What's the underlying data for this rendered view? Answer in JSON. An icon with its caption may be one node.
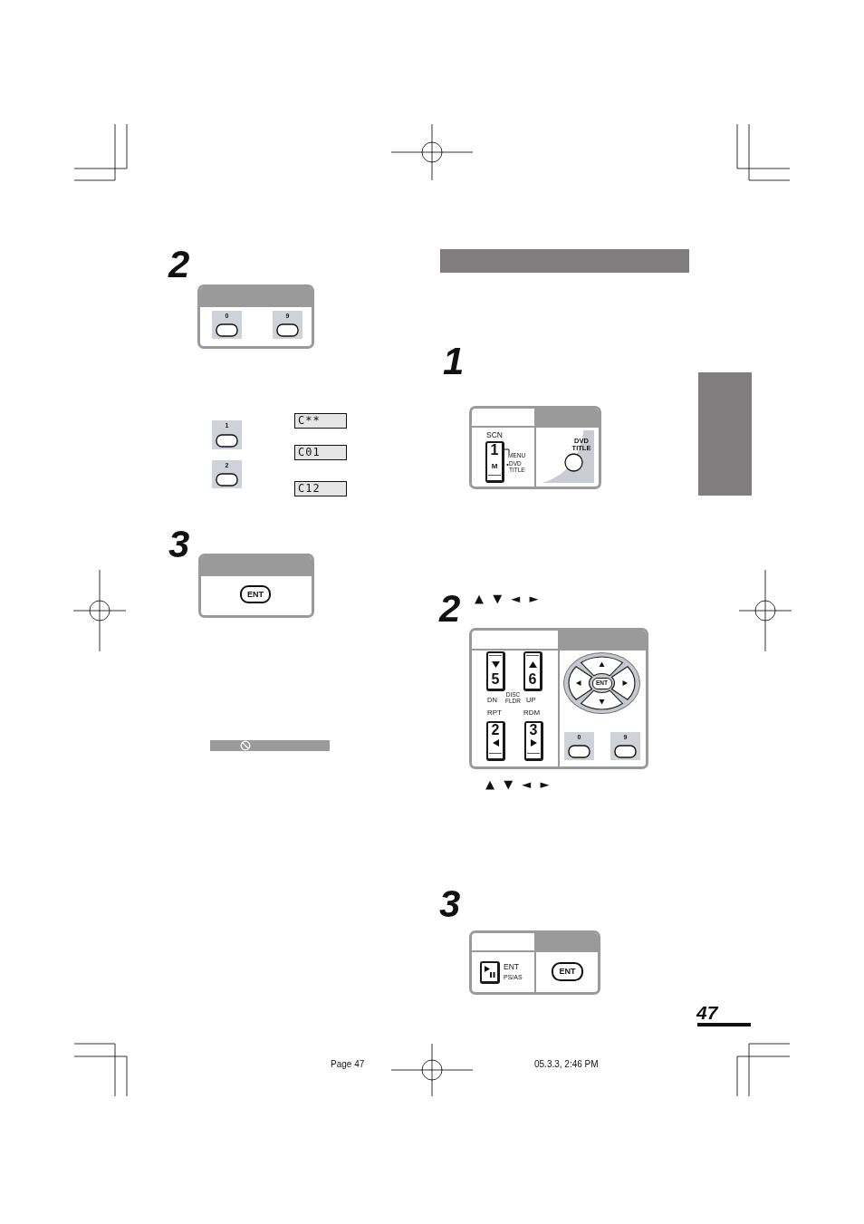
{
  "diagram": {
    "nodes": [
      {
        "text": [],
        "shape": "box"
      },
      {
        "text": [
          "0"
        ],
        "in": 0
      },
      {
        "text": [
          "9"
        ],
        "in": 0
      },
      {
        "text": [
          "1"
        ]
      },
      {
        "text": [
          "2"
        ]
      },
      {
        "text": [
          "C**"
        ]
      },
      {
        "text": [
          "C01"
        ]
      },
      {
        "text": [
          "C12"
        ]
      },
      {
        "text": [],
        "shape": "box"
      },
      {
        "text": [
          "ENT"
        ],
        "in": 8
      },
      {
        "text": [],
        "shape": "bar"
      },
      {
        "text": [],
        "shape": "bar"
      },
      {
        "text": [],
        "shape": "box"
      },
      {
        "text": [
          "1",
          "M"
        ],
        "in": 12,
        "beside": [
          "SCN",
          "MENU",
          "DVD TITLE"
        ]
      },
      {
        "text": [
          "DVD TITLE"
        ],
        "in": 12
      },
      {
        "text": [],
        "shape": "bar"
      },
      {
        "text": [],
        "shape": "box"
      },
      {
        "text": [
          "5"
        ],
        "in": 16,
        "beside": [
          "DN"
        ]
      },
      {
        "text": [
          "6"
        ],
        "in": 16,
        "beside": [
          "UP"
        ]
      },
      {
        "text": [
          "2"
        ],
        "in": 16,
        "beside": [
          "RPT"
        ]
      },
      {
        "text": [
          "3"
        ],
        "in": 16,
        "beside": [
          "RDM"
        ]
      },
      {
        "text": [],
        "shape": "circle",
        "in": 16
      },
      {
        "text": [
          "ENT"
        ],
        "in": 21
      },
      {
        "text": [
          "0"
        ],
        "in": 16
      },
      {
        "text": [
          "9"
        ],
        "in": 16
      },
      {
        "text": [],
        "shape": "box"
      },
      {
        "text": [],
        "shape": "box",
        "in": 25,
        "beside": [
          "ENT",
          "PS/AS"
        ]
      },
      {
        "text": [
          "ENT"
        ],
        "in": 25
      }
    ],
    "labels": [
      "2",
      "3",
      "1",
      "2",
      "▲ ▼ ◄ ►",
      "DISC FLDR",
      "▲ ▼ ◄ ►",
      "3",
      "47",
      "Page 47",
      "05.3.3, 2:46 PM"
    ]
  }
}
